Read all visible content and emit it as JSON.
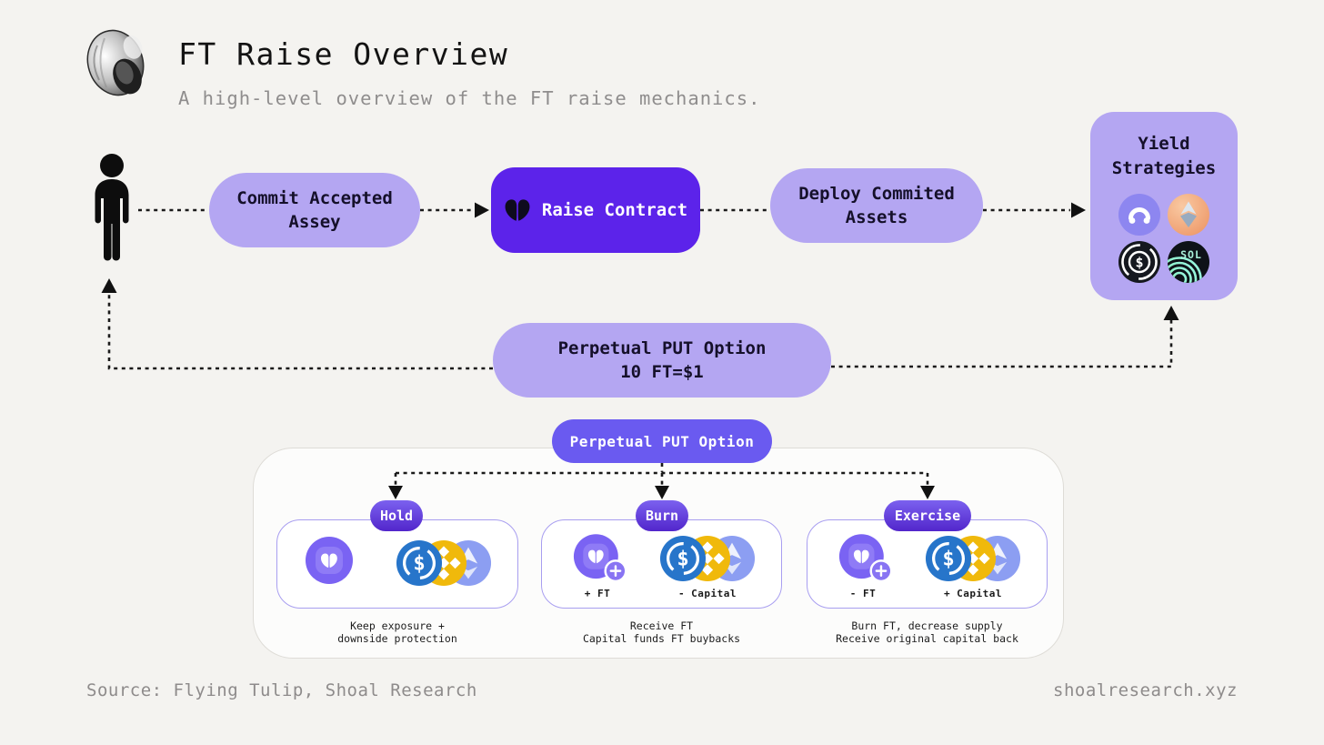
{
  "header": {
    "title": "FT Raise Overview",
    "subtitle": "A high-level overview of the FT raise mechanics.",
    "logo_icon": "shell-icon"
  },
  "flow": {
    "person_icon": "person-icon",
    "commit": {
      "line1": "Commit Accepted",
      "line2": "Assey"
    },
    "raise": {
      "label": "Raise Contract",
      "icon": "tulip-icon"
    },
    "deploy": {
      "line1": "Deploy Commited",
      "line2": "Assets"
    },
    "yield": {
      "line1": "Yield",
      "line2": "Strategies",
      "icons": [
        "arch-protocol-icon",
        "lido-icon",
        "dollar-coin-icon",
        "sol-coin-icon"
      ]
    }
  },
  "put_option": {
    "line1": "Perpetual PUT Option",
    "line2": "10 FT=$1"
  },
  "options": {
    "title": "Perpetual PUT Option",
    "cards": [
      {
        "badge": "Hold",
        "left_label": "",
        "right_label": "",
        "caption1": "Keep exposure +",
        "caption2": "downside protection"
      },
      {
        "badge": "Burn",
        "left_label": "+ FT",
        "right_label": "- Capital",
        "caption1": "Receive FT",
        "caption2": "Capital funds FT buybacks"
      },
      {
        "badge": "Exercise",
        "left_label": "- FT",
        "right_label": "+ Capital",
        "caption1": "Burn FT, decrease supply",
        "caption2": "Receive original capital back"
      }
    ]
  },
  "footer": {
    "source": "Source: Flying Tulip, Shoal Research",
    "site": "shoalresearch.xyz"
  },
  "colors": {
    "background": "#f4f3f0",
    "light_purple_pill": "#b4a6f2",
    "raise_purple": "#5c23ea",
    "mid_purple_pill": "#6a5af0",
    "badge_gradient_top": "#7b61ef",
    "badge_gradient_bottom": "#5226cb",
    "card_border": "#a89ef0",
    "usdc_blue": "#2775ca",
    "bnb_yellow": "#f0b90b",
    "eth_periwinkle": "#8c9ef2",
    "text_dark": "#15102a",
    "muted_text": "#8e8b8b"
  }
}
